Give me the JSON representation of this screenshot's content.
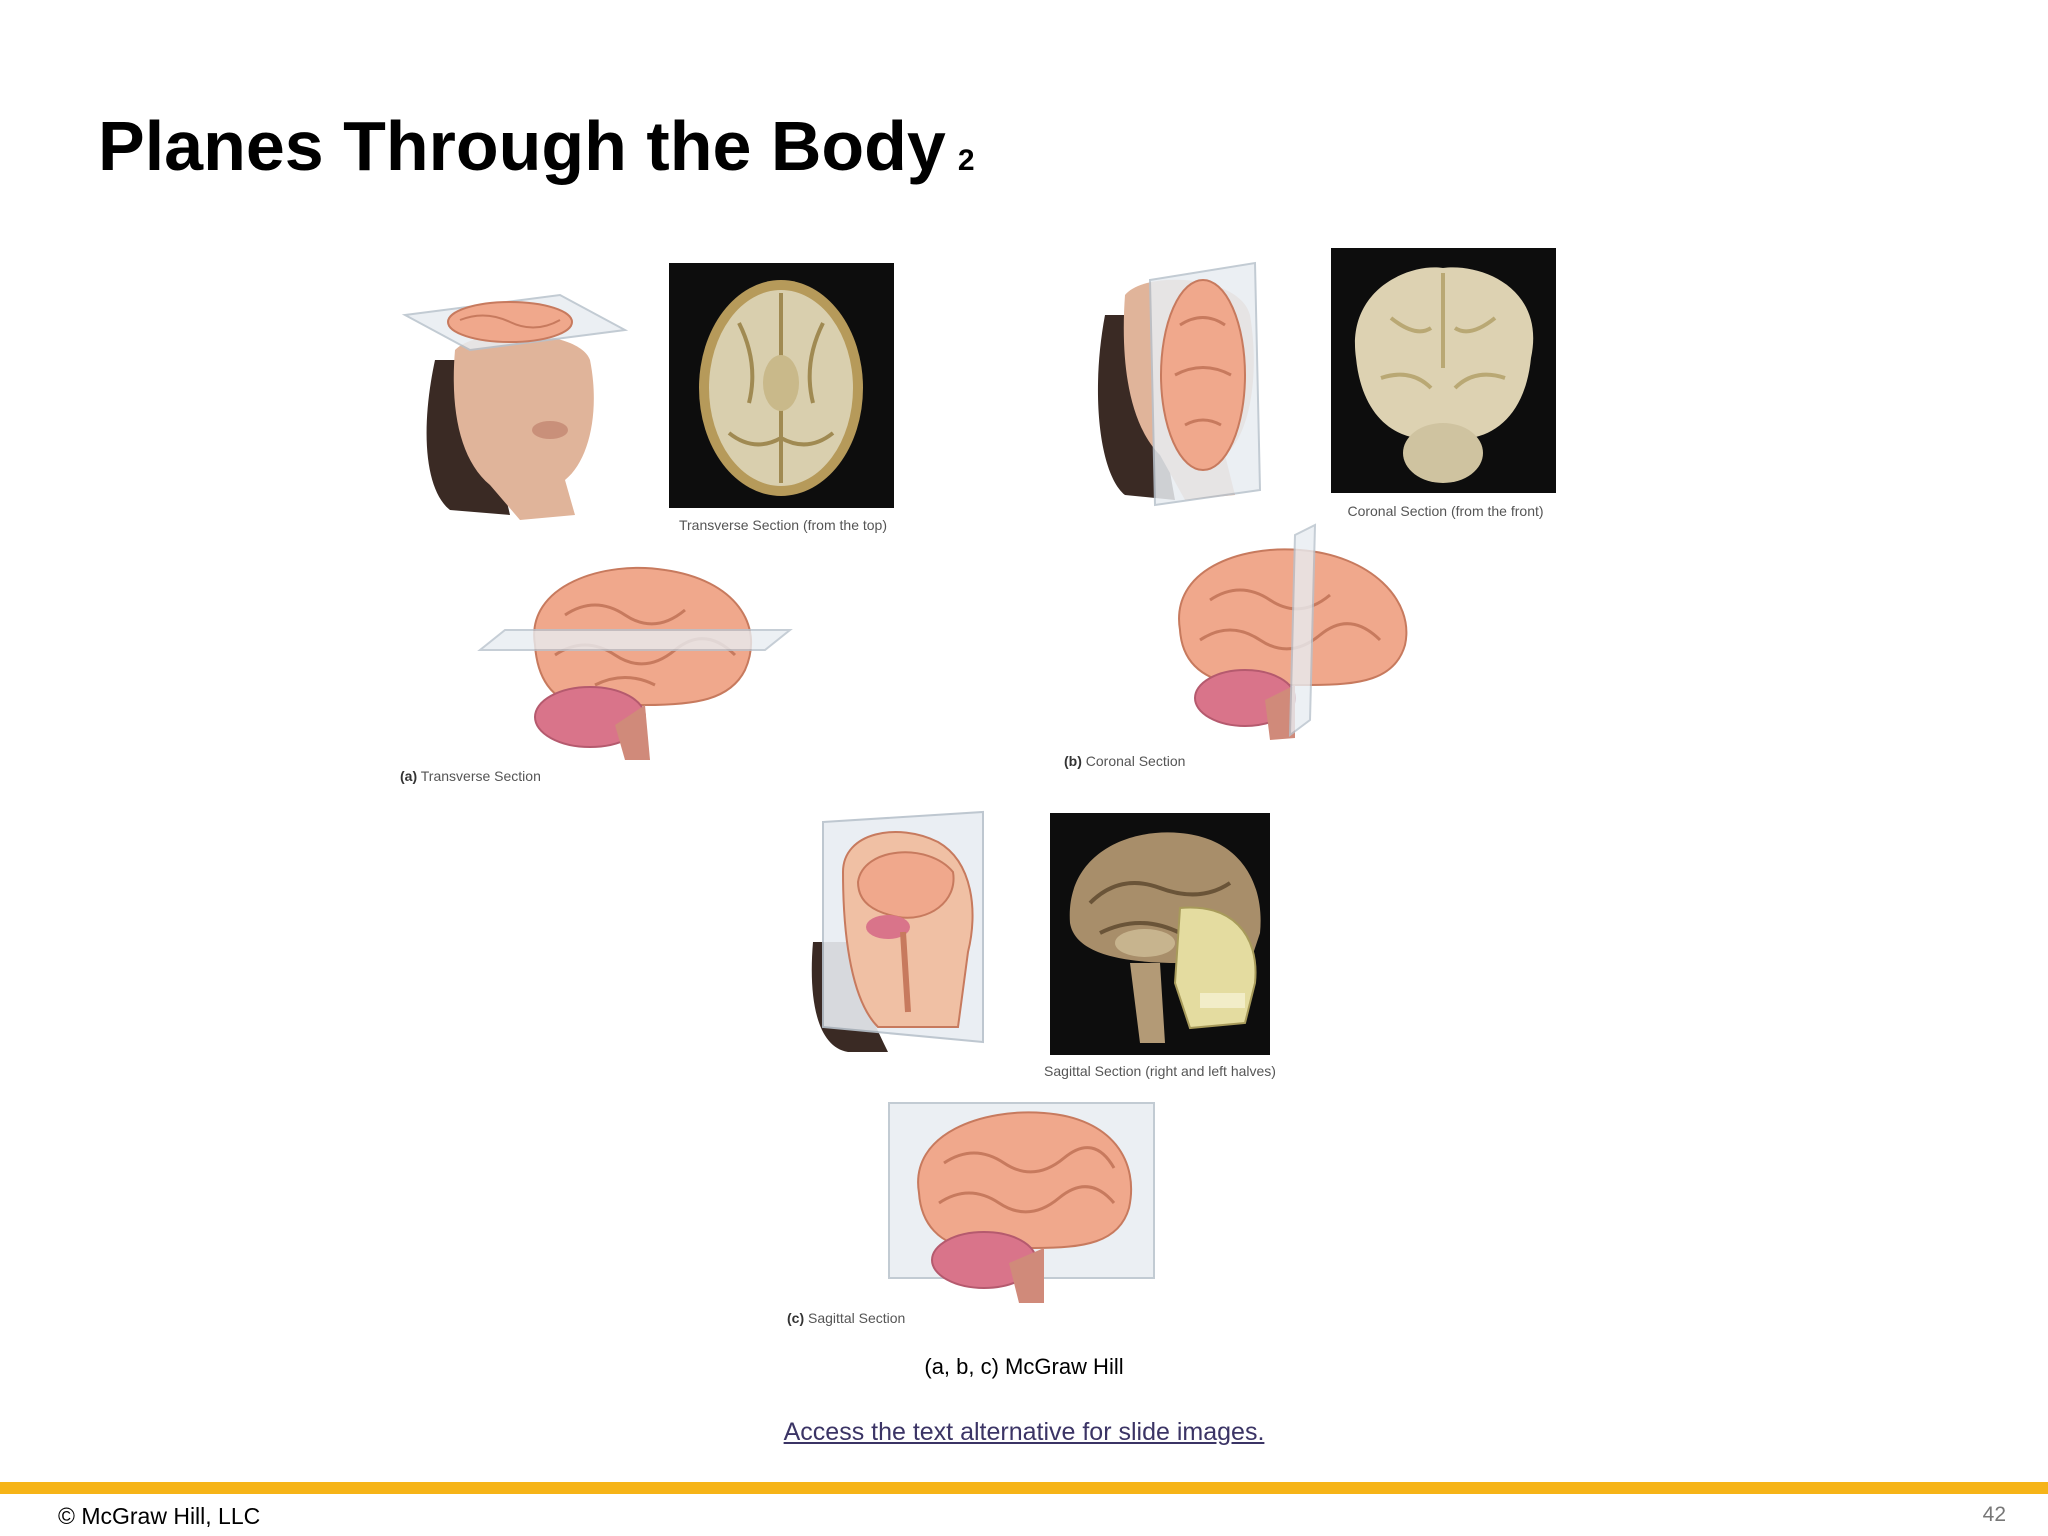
{
  "slide": {
    "title": "Planes Through the Body",
    "title_sub": "2",
    "credit": "(a, b, c) McGraw Hill",
    "alt_link": "Access the text alternative for slide images.",
    "footer_left": "© McGraw Hill, LLC",
    "page_number": "42"
  },
  "figures": {
    "a": {
      "photo_caption": "Transverse Section (from the top)",
      "label": "(a)",
      "caption": "Transverse Section"
    },
    "b": {
      "photo_caption": "Coronal Section (from the front)",
      "label": "(b)",
      "caption": "Coronal Section"
    },
    "c": {
      "photo_caption": "Sagittal Section (right and left halves)",
      "label": "(c)",
      "caption": "Sagittal Section"
    }
  },
  "colors": {
    "accent_bar": "#f6b418",
    "link": "#3b3465",
    "brain": "#f0a88c",
    "cerebellum": "#d9748a"
  }
}
